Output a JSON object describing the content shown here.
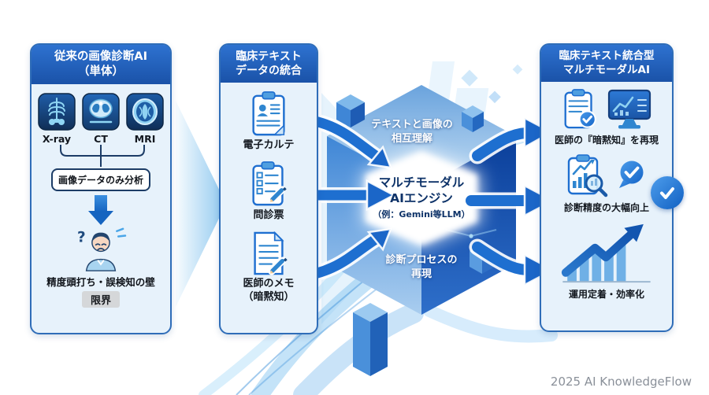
{
  "canvas": {
    "attribution": "2025 AI KnowledgeFlow"
  },
  "colors": {
    "header_blue": "#1f5cb4",
    "panel_bg": "#e7f2fb",
    "panel_border": "#2f6db8",
    "arrow_blue": "#1e6fd0",
    "cube_dark": "#0b3f9a",
    "accent_light": "#8ec8ef",
    "check_blue": "#1565c8"
  },
  "left_panel": {
    "title": "従来の画像診断AI\n（単体）",
    "modalities": [
      {
        "icon": "xray-icon",
        "label": "X-ray"
      },
      {
        "icon": "ct-icon",
        "label": "CT"
      },
      {
        "icon": "mri-icon",
        "label": "MRI"
      }
    ],
    "analysis_box": "画像データのみ分析",
    "problem_text": "精度頭打ち・誤検知の壁",
    "limit_badge": "限界"
  },
  "middle_panel": {
    "title": "臨床テキスト\nデータの統合",
    "items": [
      {
        "icon": "ehr-clipboard-icon",
        "label": "電子カルテ"
      },
      {
        "icon": "questionnaire-icon",
        "label": "問診票"
      },
      {
        "icon": "doctor-memo-icon",
        "label": "医師のメモ\n（暗黙知）"
      }
    ]
  },
  "center": {
    "top_caption": "テキストと画像の\n相互理解",
    "engine_title": "マルチモーダル\nAIエンジン",
    "engine_subtitle": "（例：Gemini等LLM）",
    "bottom_caption": "診断プロセスの\n再現"
  },
  "right_panel": {
    "title": "臨床テキスト統合型\nマルチモーダルAI",
    "outcomes": [
      {
        "icons": [
          "clipboard-check-icon",
          "monitor-chart-icon"
        ],
        "label": "医師の『暗黙知』を再現"
      },
      {
        "icons": [
          "chart-magnifier-icon",
          "chat-check-icon"
        ],
        "label": "診断精度の大幅向上"
      },
      {
        "icons": [
          "growth-chart-icon"
        ],
        "label": "運用定着・効率化"
      }
    ]
  }
}
